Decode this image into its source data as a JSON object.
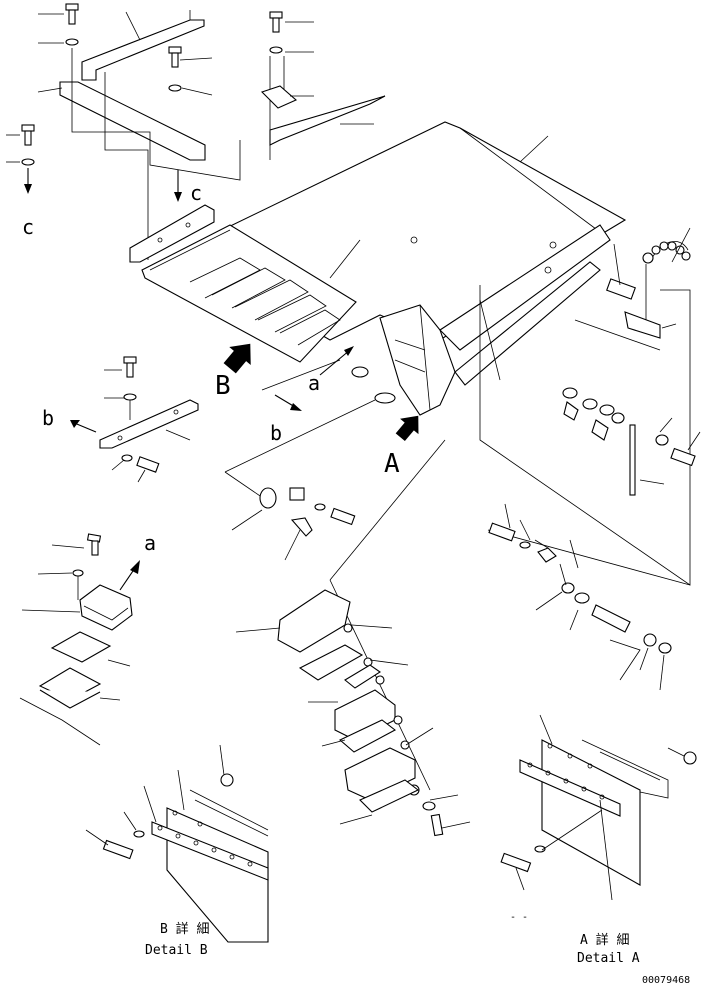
{
  "callouts": {
    "big_a": "A",
    "big_b": "B",
    "small_a1": "a",
    "small_a2": "a",
    "small_b1": "b",
    "small_b2": "b",
    "small_c1": "c",
    "small_c2": "c"
  },
  "details": {
    "detail_b_jp": "B 詳 細",
    "detail_b_en": "Detail B",
    "detail_a_jp": "A 詳 細",
    "detail_a_en": "Detail A"
  },
  "drawing_number": "00079468"
}
